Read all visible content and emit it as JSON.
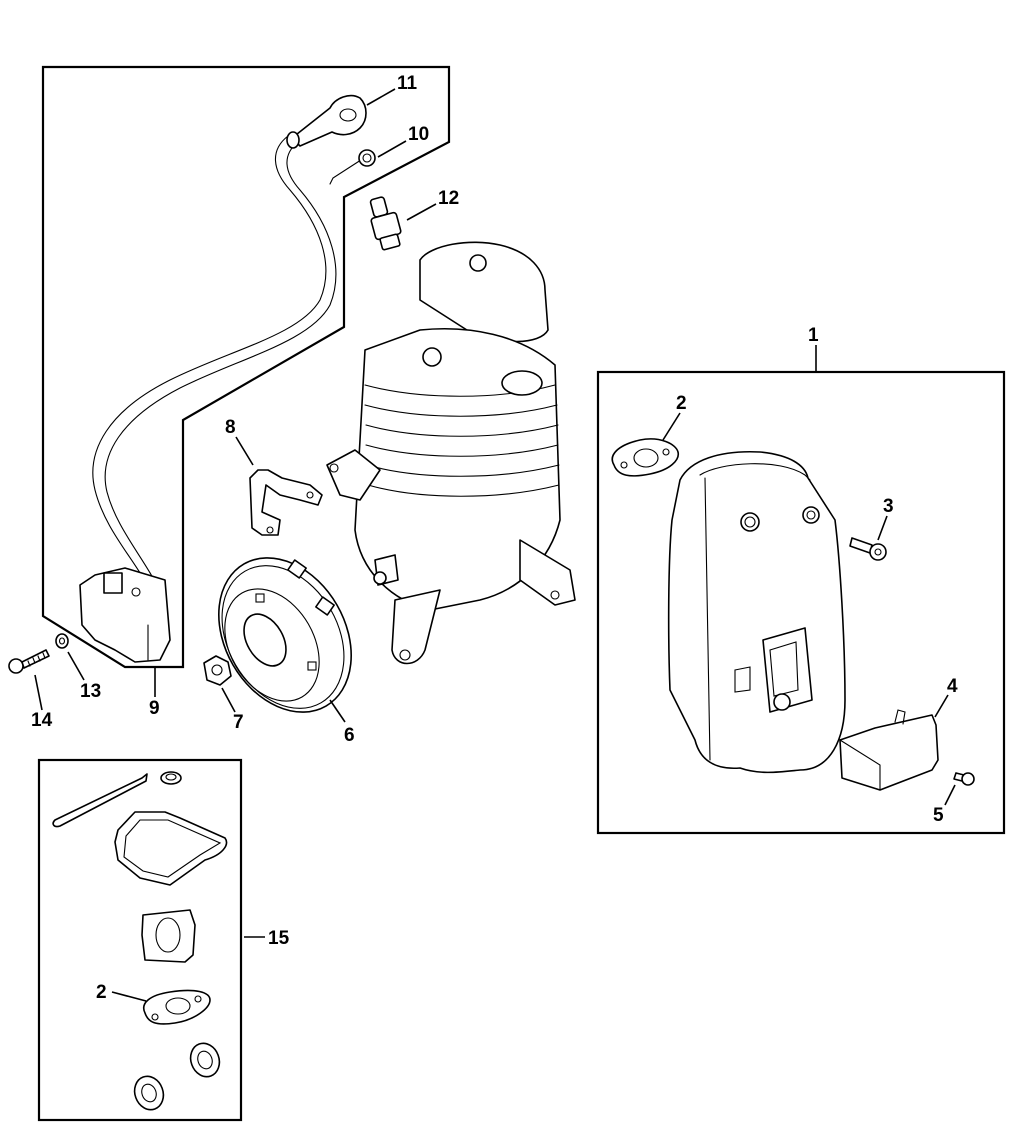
{
  "diagram": {
    "type": "exploded-parts-diagram",
    "line_color": "#000000",
    "background": "#ffffff",
    "callouts": [
      {
        "id": "c1",
        "label": "1",
        "part": "muffler-assembly"
      },
      {
        "id": "c2a",
        "label": "2",
        "part": "muffler-gasket"
      },
      {
        "id": "c3",
        "label": "3",
        "part": "muffler-screw"
      },
      {
        "id": "c4",
        "label": "4",
        "part": "spark-arrestor-deflector"
      },
      {
        "id": "c5",
        "label": "5",
        "part": "deflector-screw"
      },
      {
        "id": "c6",
        "label": "6",
        "part": "flywheel"
      },
      {
        "id": "c7",
        "label": "7",
        "part": "flywheel-nut"
      },
      {
        "id": "c8",
        "label": "8",
        "part": "wire-bracket"
      },
      {
        "id": "c9",
        "label": "9",
        "part": "ignition-module"
      },
      {
        "id": "c10",
        "label": "10",
        "part": "spark-plug-spring"
      },
      {
        "id": "c11",
        "label": "11",
        "part": "spark-plug-boot"
      },
      {
        "id": "c12",
        "label": "12",
        "part": "spark-plug"
      },
      {
        "id": "c13",
        "label": "13",
        "part": "washer"
      },
      {
        "id": "c14",
        "label": "14",
        "part": "ignition-screw"
      },
      {
        "id": "c15",
        "label": "15",
        "part": "gasket-kit"
      },
      {
        "id": "c2b",
        "label": "2",
        "part": "gasket-kit-muffler-gasket"
      }
    ],
    "groups": [
      {
        "name": "ignition-group",
        "contains": [
          "9",
          "10",
          "11"
        ]
      },
      {
        "name": "muffler-group",
        "contains": [
          "2",
          "3",
          "4",
          "5"
        ],
        "callout": "1"
      },
      {
        "name": "gasket-kit-group",
        "contains": [
          "2"
        ],
        "callout": "15"
      }
    ]
  }
}
